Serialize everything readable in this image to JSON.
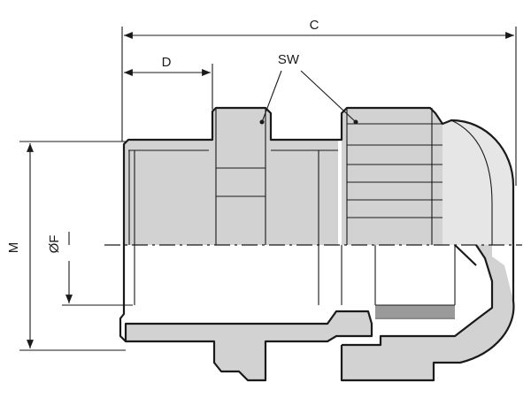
{
  "labels": {
    "c": "C",
    "d": "D",
    "sw": "SW",
    "m": "M",
    "f": "ØF"
  }
}
